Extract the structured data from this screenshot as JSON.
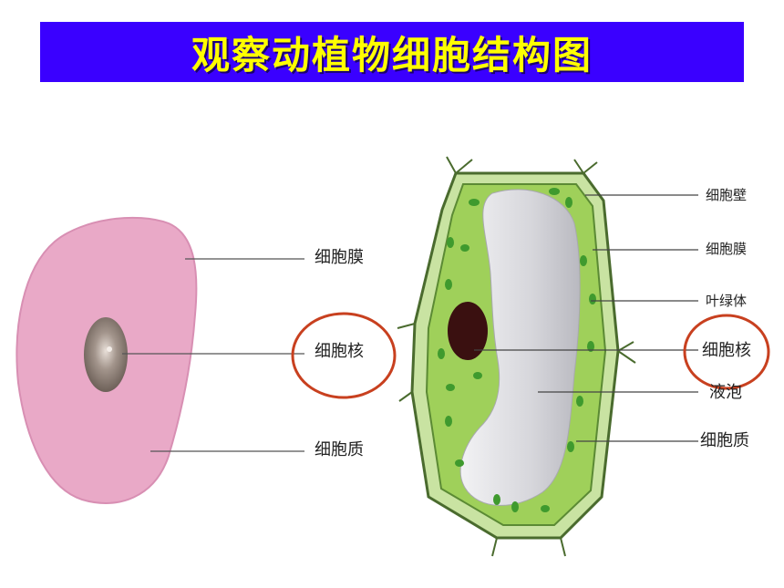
{
  "title": "观察动植物细胞结构图",
  "animal_cell": {
    "labels": {
      "membrane": "细胞膜",
      "nucleus": "细胞核",
      "cytoplasm": "细胞质"
    }
  },
  "plant_cell": {
    "labels": {
      "cell_wall": "细胞壁",
      "membrane": "细胞膜",
      "chloroplast": "叶绿体",
      "nucleus": "细胞核",
      "vacuole": "液泡",
      "cytoplasm": "细胞质"
    }
  },
  "colors": {
    "title_bg": "#3a00ff",
    "title_text": "#ffff00",
    "animal_cytoplasm": "#e9a9c7",
    "plant_cytoplasm": "#9fd05a",
    "chloroplast": "#3f9a2e",
    "nucleus_dark": "#3a1010",
    "highlight_circle": "#c8401f"
  }
}
